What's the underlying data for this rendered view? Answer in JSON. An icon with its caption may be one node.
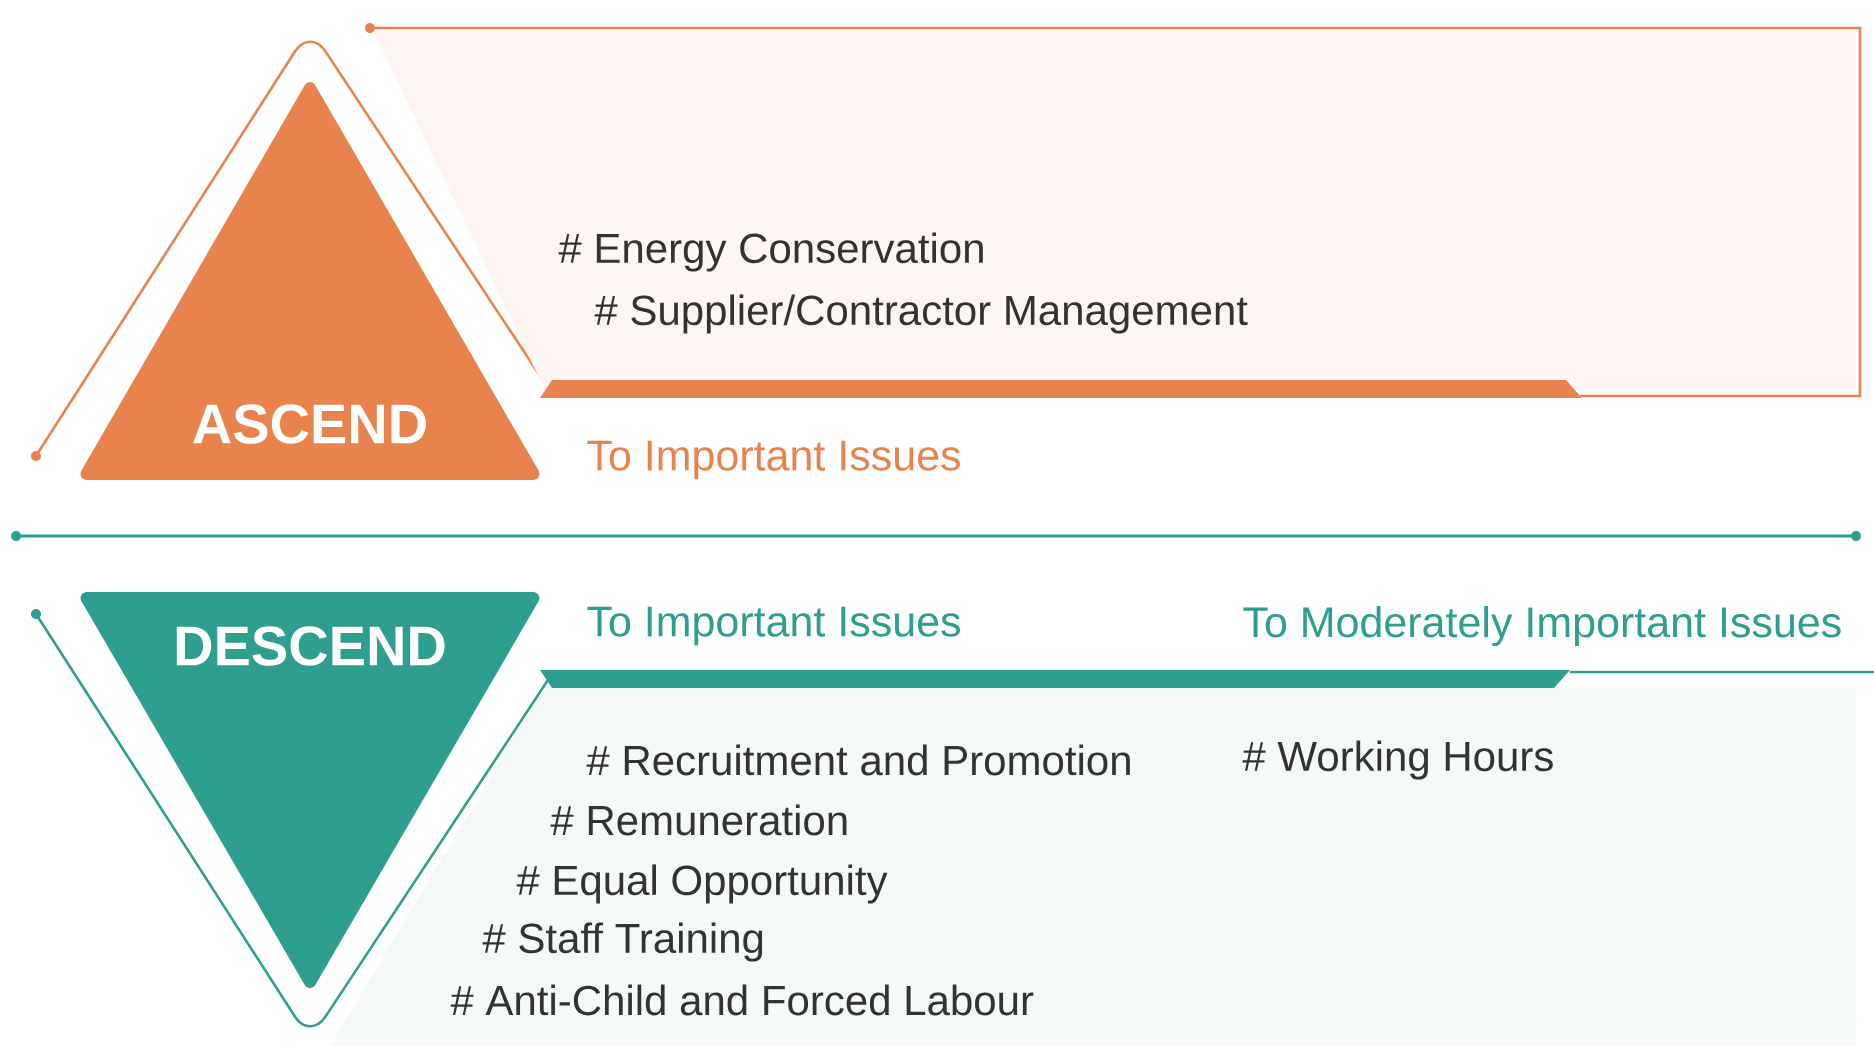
{
  "diagram": {
    "nodes": [
      {
        "text": [
          "ASCEND"
        ]
      },
      {
        "text": [
          "# Energy Conservation",
          "# Supplier/Contractor Management"
        ],
        "beside": [
          "To Important Issues"
        ]
      },
      {
        "text": [
          "DESCEND"
        ]
      },
      {
        "text": [
          "# Recruitment and Promotion",
          "# Remuneration",
          "# Equal Opportunity",
          "# Staff Training",
          "# Anti-Child and Forced Labour",
          "# Working Hours"
        ],
        "beside": [
          "To Important Issues",
          "To Moderately Important Issues"
        ]
      }
    ],
    "edges": []
  }
}
